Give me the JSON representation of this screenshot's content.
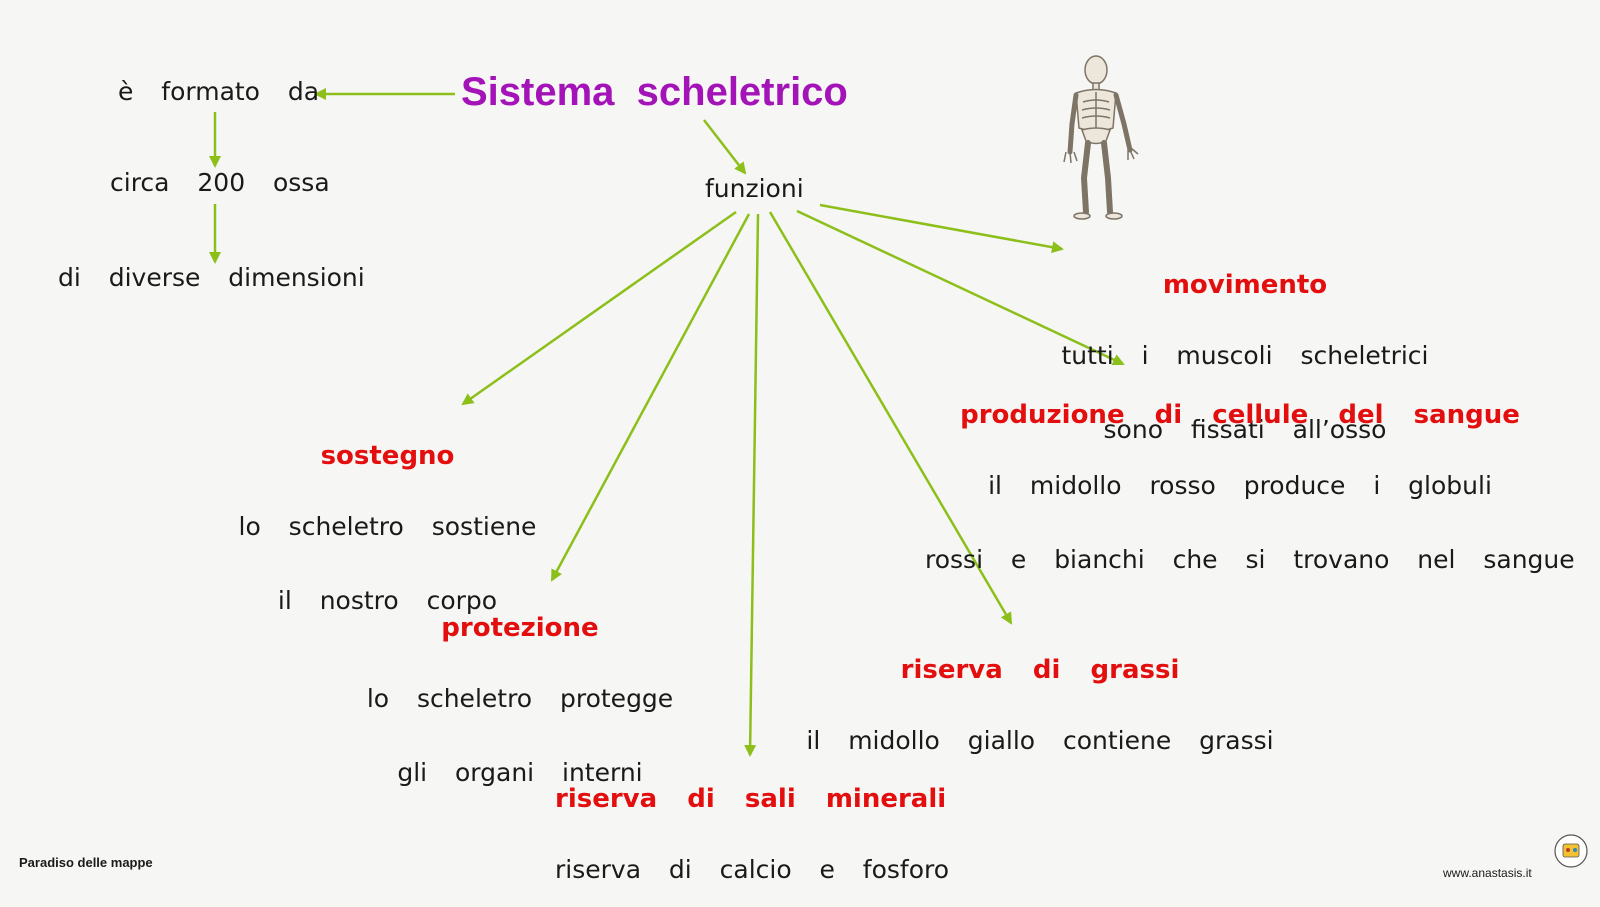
{
  "title": "Sistema  scheletrico",
  "colors": {
    "title": "#a313b8",
    "heading": "#e30e0e",
    "arrow": "#8cbf1a"
  },
  "left_branch": {
    "formed_by": "è  formato  da",
    "bones": "circa  200  ossa",
    "sizes": "di  diverse  dimensioni"
  },
  "funzioni": "funzioni",
  "functions": [
    {
      "id": "movimento",
      "heading": "movimento",
      "lines": [
        "tutti  i  muscoli  scheletrici",
        "sono  fissati  all’osso"
      ]
    },
    {
      "id": "produzione",
      "heading": "produzione  di  cellule  del  sangue",
      "lines": [
        "il  midollo  rosso  produce  i  globuli",
        "rossi  e  bianchi  che  si  trovano  nel  sangue"
      ]
    },
    {
      "id": "sostegno",
      "heading": "sostegno",
      "lines": [
        "lo  scheletro  sostiene",
        "il  nostro  corpo"
      ]
    },
    {
      "id": "protezione",
      "heading": "protezione",
      "lines": [
        "lo  scheletro  protegge",
        "gli  organi  interni"
      ]
    },
    {
      "id": "grassi",
      "heading": "riserva  di  grassi",
      "lines": [
        "il  midollo  giallo  contiene  grassi"
      ]
    },
    {
      "id": "sali",
      "heading": "riserva  di  sali  minerali",
      "lines": [
        "riserva  di  calcio  e  fosforo"
      ]
    }
  ],
  "illustration_icon": "skeleton-icon",
  "footer": {
    "left": "Paradiso delle mappe",
    "right": "www.anastasis.it",
    "badge_icon": "supermappe-badge-icon"
  }
}
